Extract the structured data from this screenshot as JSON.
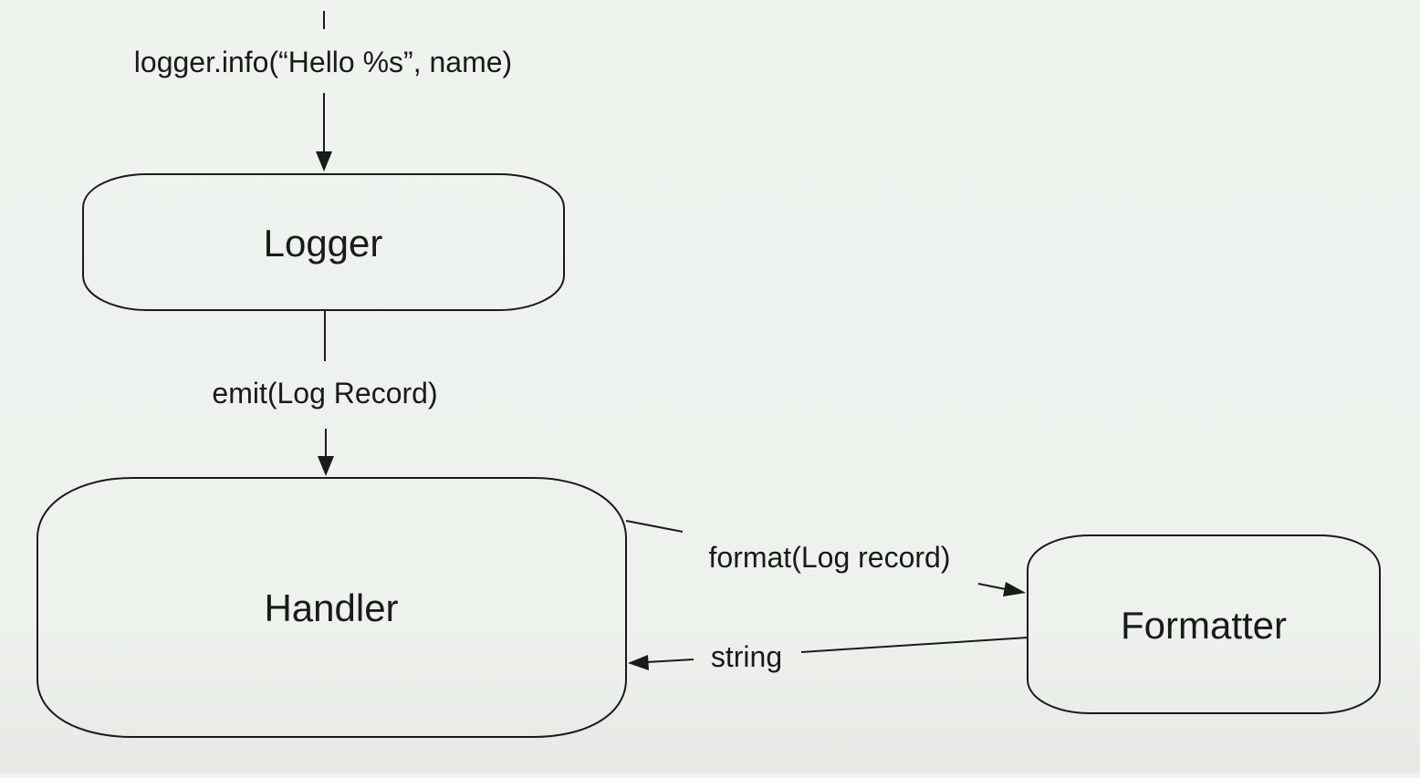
{
  "nodes": {
    "logger": "Logger",
    "handler": "Handler",
    "formatter": "Formatter"
  },
  "edges": {
    "call": "logger.info(“Hello %s”, name)",
    "emit": "emit(Log Record)",
    "format": "format(Log record)",
    "return": "string"
  }
}
